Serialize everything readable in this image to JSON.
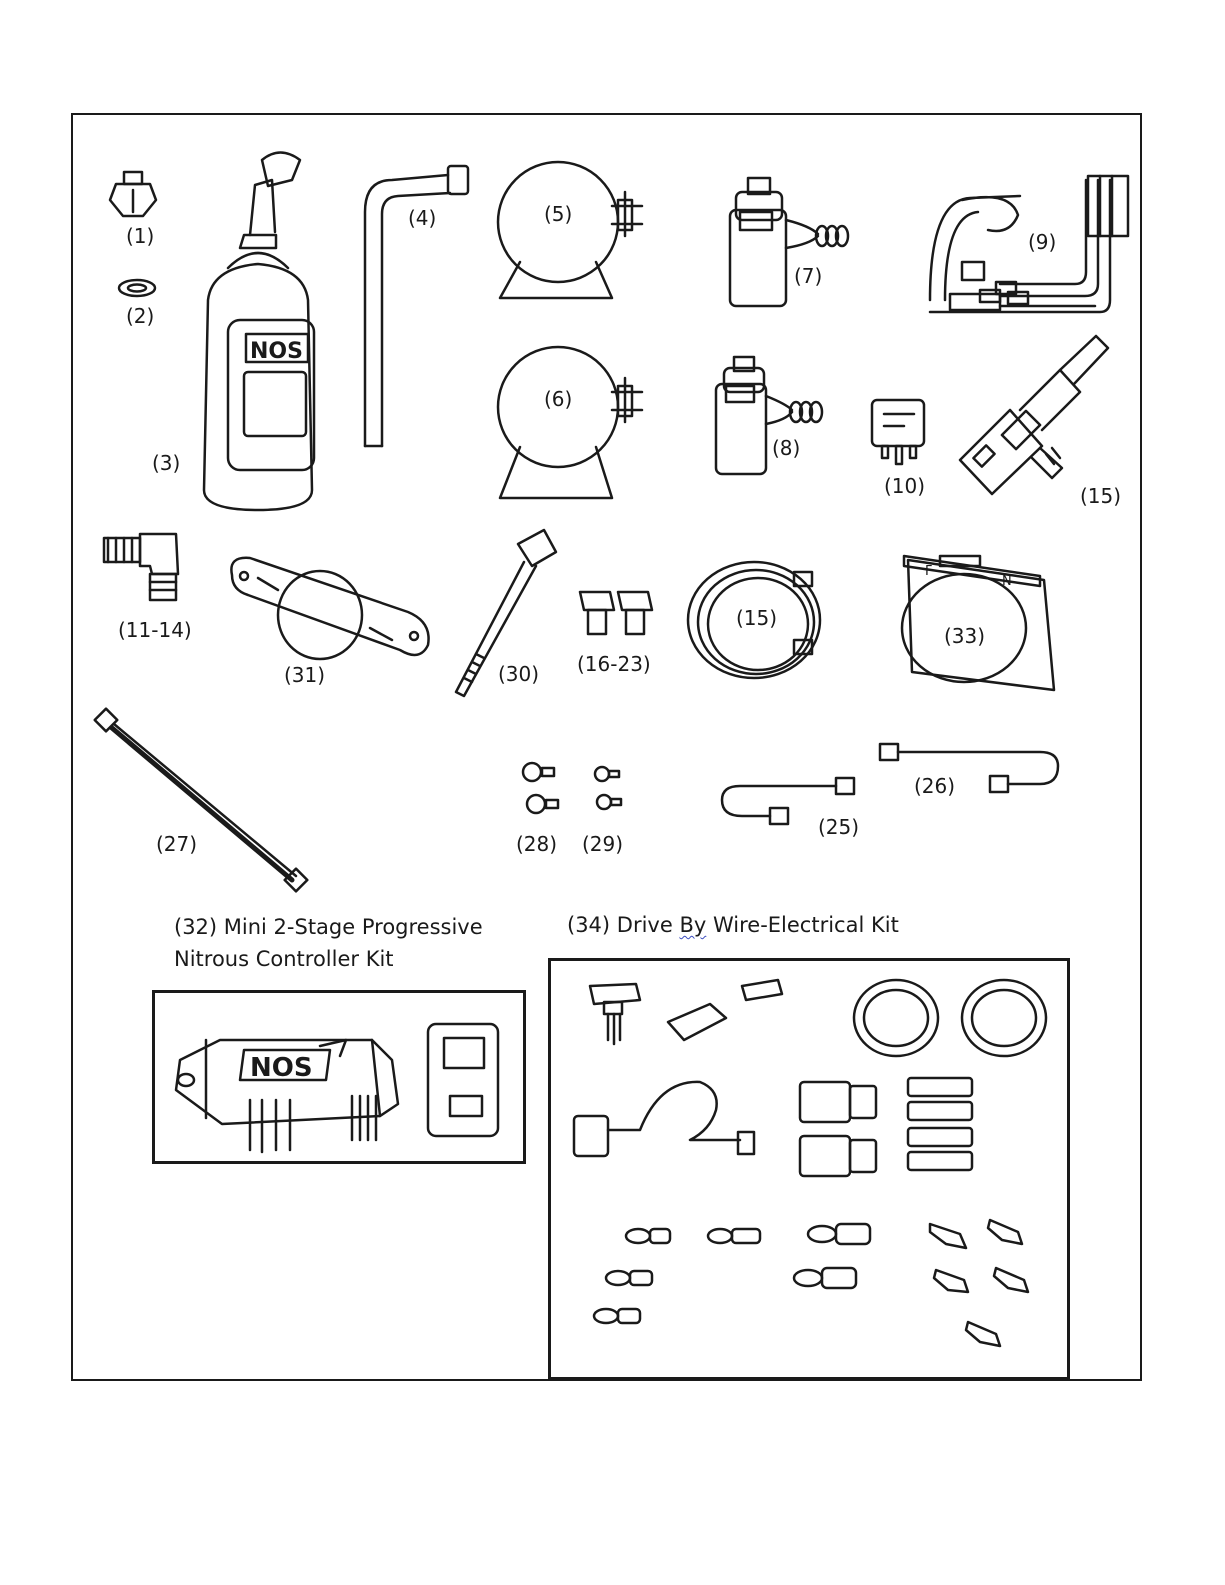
{
  "labels": {
    "p1": "(1)",
    "p2": "(2)",
    "p3": "(3)",
    "p4": "(4)",
    "p5": "(5)",
    "p6": "(6)",
    "p7": "(7)",
    "p8": "(8)",
    "p9": "(9)",
    "p10": "(10)",
    "p15a": "(15)",
    "p11_14": "(11-14)",
    "p31": "(31)",
    "p30": "(30)",
    "p16_23": "(16-23)",
    "p15b": "(15)",
    "p33": "(33)",
    "p27": "(27)",
    "p28": "(28)",
    "p29": "(29)",
    "p25": "(25)",
    "p26": "(26)"
  },
  "kit32": {
    "line1": "(32) Mini 2-Stage Progressive",
    "line2": "Nitrous Controller Kit"
  },
  "kit34": {
    "prefix": "(34) Drive ",
    "underlined": "By",
    "suffix": " Wire-Electrical Kit"
  },
  "logo_text": "NOS"
}
